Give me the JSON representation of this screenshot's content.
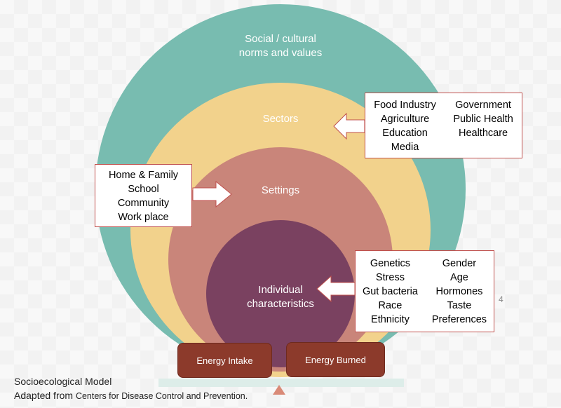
{
  "rings": {
    "social": "Social / cultural\nnorms and values",
    "sectors": "Sectors",
    "settings": "Settings",
    "individual": "Individual\ncharacteristics"
  },
  "sectors_box": {
    "left": [
      "Food Industry",
      "Agriculture",
      "Education",
      "Media"
    ],
    "right": [
      "Government",
      "Public Health",
      "Healthcare"
    ]
  },
  "settings_box": [
    "Home & Family",
    "School",
    "Community",
    "Work place"
  ],
  "individual_box": {
    "left": [
      "Genetics",
      "Stress",
      "Gut bacteria",
      "Race",
      "Ethnicity"
    ],
    "right": [
      "Gender",
      "Age",
      "Hormones",
      "Taste",
      "Preferences"
    ]
  },
  "page_number": "4",
  "balance": {
    "intake": "Energy Intake",
    "burned": "Energy Burned"
  },
  "caption": {
    "title": "Socioecological Model",
    "source_prefix": "Adapted from ",
    "source_org": "Centers for Disease Control and Prevention."
  },
  "colors": {
    "social": "#78bcb0",
    "sectors": "#f2d28c",
    "settings": "#c9857a",
    "individual": "#7a4160",
    "balance": "#8c3a2b",
    "box_border": "#c0504d"
  }
}
